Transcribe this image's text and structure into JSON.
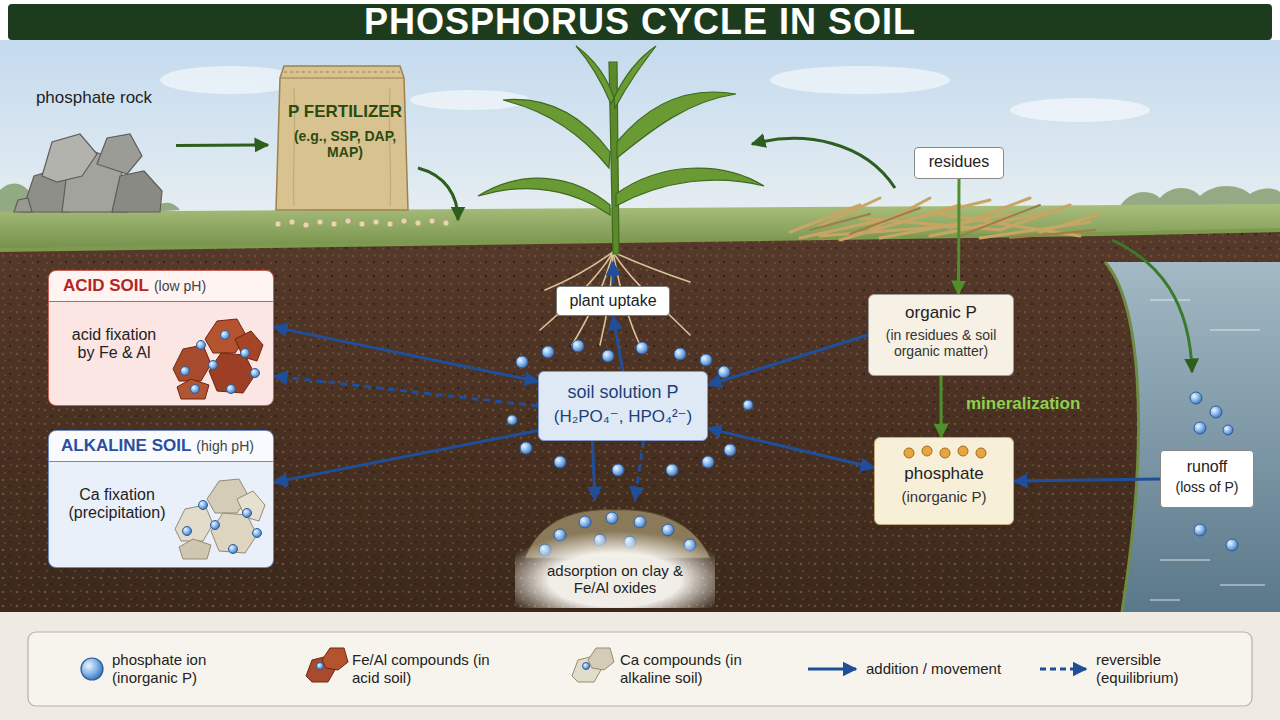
{
  "diagram": {
    "title": "PHOSPHORUS CYCLE IN SOIL",
    "nodes": [
      {
        "text": [
          "phosphate rock"
        ]
      },
      {
        "text": [
          "P FERTILIZER",
          "(e.g., SSP, DAP, MAP)"
        ]
      },
      {
        "text": [
          "residues"
        ]
      },
      {
        "text": [
          "ACID SOIL",
          "(low pH)",
          "acid fixation by Fe & Al"
        ]
      },
      {
        "text": [
          "plant uptake"
        ]
      },
      {
        "text": [
          "organic P",
          "(in residues & soil organic matter)"
        ]
      },
      {
        "text": [
          "soil solution P",
          "(H₂PO₄⁻, HPO₄²⁻)"
        ]
      },
      {
        "text": [
          "ALKALINE SOIL",
          "(high pH)",
          "Ca fixation (precipitation)"
        ]
      },
      {
        "text": [
          "phosphate",
          "(inorganic P)"
        ]
      },
      {
        "text": [
          "runoff",
          "(loss of P)"
        ]
      },
      {
        "text": [
          "adsorption on clay & Fe/Al oxides"
        ]
      }
    ],
    "edges": [
      {
        "from": 0,
        "to": 1,
        "arrow": "to"
      },
      {
        "from": 2,
        "to": 5,
        "arrow": "to"
      },
      {
        "from": 6,
        "to": 4,
        "arrow": "to"
      },
      {
        "from": 3,
        "to": 6,
        "arrow": "both"
      },
      {
        "from": 6,
        "to": 3,
        "arrow": "to"
      },
      {
        "from": 6,
        "to": 7,
        "arrow": "to"
      },
      {
        "from": 6,
        "to": 10,
        "arrow": "to"
      },
      {
        "from": 6,
        "to": 10,
        "arrow": "to"
      },
      {
        "from": 5,
        "to": 6,
        "arrow": "to"
      },
      {
        "from": 5,
        "to": 8,
        "label": "mineralization",
        "arrow": "to"
      },
      {
        "from": 8,
        "to": 6,
        "arrow": "both"
      },
      {
        "from": 9,
        "to": 8,
        "arrow": "to"
      }
    ],
    "legend": [
      {
        "text": "phosphate ion (inorganic P)"
      },
      {
        "text": "Fe/Al compounds (in acid soil)"
      },
      {
        "text": "Ca compounds (in alkaline soil)"
      },
      {
        "text": "addition / movement"
      },
      {
        "text": "reversible (equilibrium)"
      }
    ]
  }
}
